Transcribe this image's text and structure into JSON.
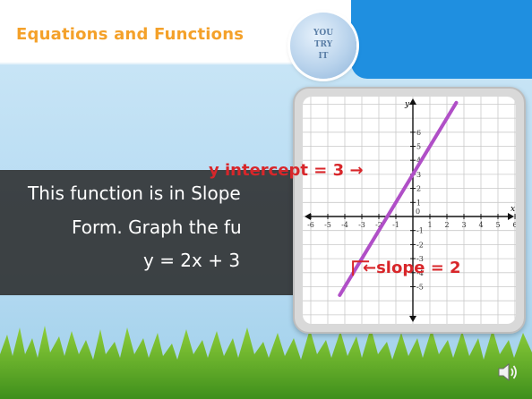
{
  "header": {
    "title": "Equations and Functions"
  },
  "badge": {
    "line1": "YOU",
    "line2": "TRY",
    "line3": "IT"
  },
  "text_box": {
    "line1": "This function is in Slope",
    "line2": "Form. Graph the fu",
    "line3": "y = 2x + 3"
  },
  "annotations": {
    "y_intercept": "y intercept = 3 →",
    "slope": "←slope = 2"
  },
  "graph": {
    "x_axis_label": "x",
    "y_axis_label": "y",
    "x_ticks": [
      "-6",
      "-5",
      "-4",
      "-3",
      "-2",
      "-1",
      "1",
      "2",
      "3",
      "4",
      "5",
      "6"
    ],
    "y_ticks": [
      "6",
      "5",
      "4",
      "3",
      "2",
      "1",
      "-1",
      "-2",
      "-3",
      "-4",
      "-5"
    ],
    "origin_label": "0"
  },
  "colors": {
    "line": "#b04fc7",
    "accent": "#f4a12a",
    "annotation": "#d8262a",
    "header_blue": "#1f8fe0"
  },
  "icons": {
    "audio": "speaker-icon"
  }
}
